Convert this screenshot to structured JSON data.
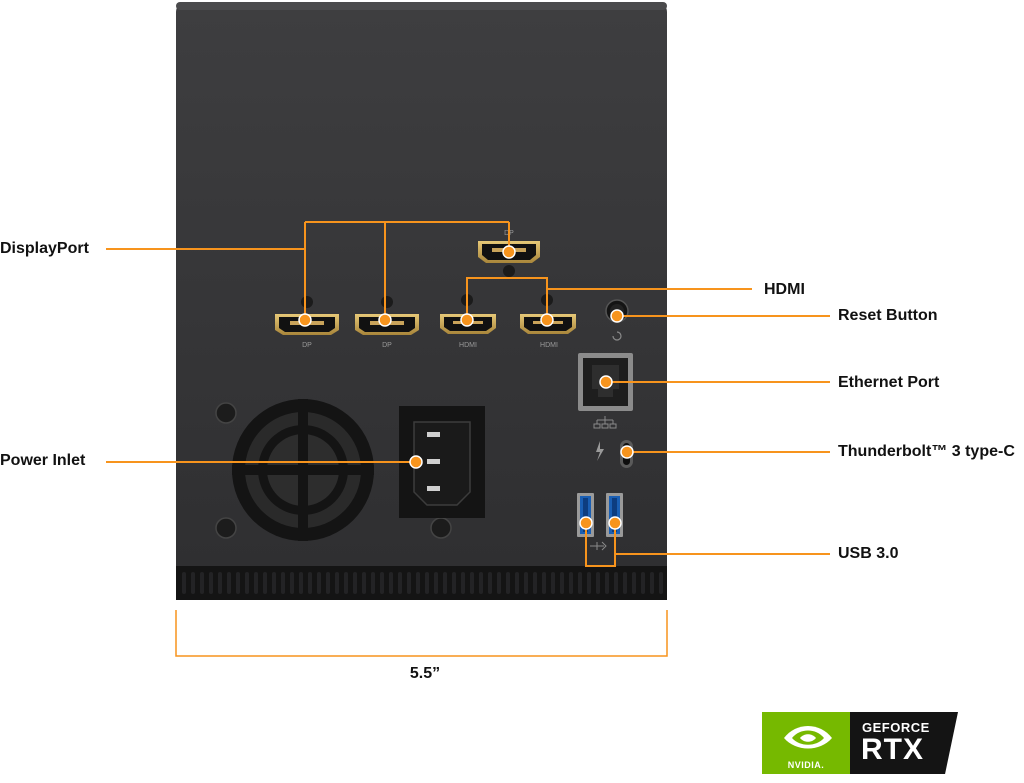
{
  "callouts": {
    "displayport": "DisplayPort",
    "hdmi": "HDMI",
    "reset_button": "Reset Button",
    "ethernet_port": "Ethernet Port",
    "power_inlet": "Power Inlet",
    "thunderbolt": "Thunderbolt™ 3 type-C",
    "usb": "USB 3.0"
  },
  "port_labels": {
    "dp": "DP",
    "hdmi": "HDMI"
  },
  "dimension": {
    "width": "5.5”"
  },
  "badge": {
    "brand": "NVIDIA.",
    "line1": "GEFORCE",
    "line2": "RTX"
  },
  "colors": {
    "accent": "#f7941d",
    "enclosure": "#3a3a3c",
    "badge_green": "#76b900",
    "badge_dark": "#141414"
  }
}
